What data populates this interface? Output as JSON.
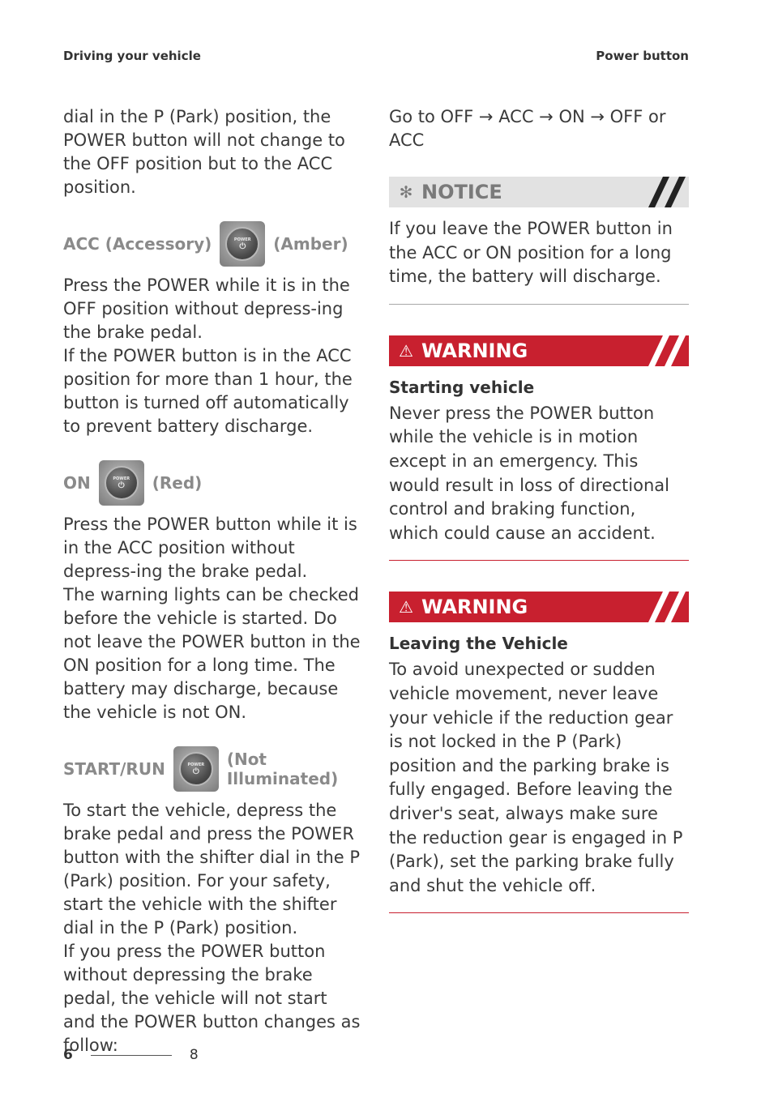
{
  "header": {
    "left": "Driving your vehicle",
    "right": "Power button"
  },
  "left": {
    "intro": "dial in the P (Park) position, the POWER button will not change to the OFF position but to the ACC position.",
    "acc": {
      "label": "ACC (Accessory)",
      "color": "(Amber)",
      "body": "Press the POWER while it is in the OFF position without depress-ing the brake pedal.",
      "body2": "If the POWER button is in the ACC position for more than 1 hour, the button is turned off automatically to prevent battery discharge."
    },
    "on": {
      "label": "ON",
      "color": "(Red)",
      "body": "Press the POWER button while it is in the ACC position without depress-ing the brake pedal.",
      "body2": "The warning lights can be checked before the vehicle is started. Do not leave the POWER button in the ON position for a long time. The battery may discharge, because the vehicle is not ON."
    },
    "start": {
      "label": "START/RUN",
      "color": "(Not Illuminated)",
      "body": "To start the vehicle, depress the brake pedal and press the POWER button with the shifter dial in the P (Park) position. For your safety, start the vehicle with the shifter dial in the P (Park) position.",
      "body2": "If you press the POWER button without depressing the brake pedal, the vehicle will not start and the POWER button changes as follow:"
    }
  },
  "right": {
    "sequence": "Go to OFF → ACC → ON → OFF or ACC",
    "notice": {
      "label": "NOTICE",
      "icon": "asterisk-icon",
      "text": "If you leave the POWER button in the ACC or ON position for a long time, the battery will discharge."
    },
    "warning1": {
      "label": "WARNING",
      "icon": "warning-triangle-icon",
      "title": "Starting vehicle",
      "text": "Never press the POWER button while the vehicle is in motion except in an emergency. This would result in loss of directional control and braking function, which could cause an accident."
    },
    "warning2": {
      "label": "WARNING",
      "icon": "warning-triangle-icon",
      "title": "Leaving the Vehicle",
      "text": "To avoid unexpected or sudden vehicle movement, never leave your vehicle if the reduction gear is not locked in the P (Park) position and the parking brake is fully engaged. Before leaving the driver's seat, always make sure the reduction gear is engaged in P (Park), set the parking brake fully and shut the vehicle off."
    }
  },
  "button_icon": {
    "label": "POWER",
    "symbol": "⏻"
  },
  "footer": {
    "section": "6",
    "page": "8"
  },
  "colors": {
    "warning": "#c8202f",
    "notice": "#e2e2e2",
    "heading_gray": "#8a8a8a"
  }
}
